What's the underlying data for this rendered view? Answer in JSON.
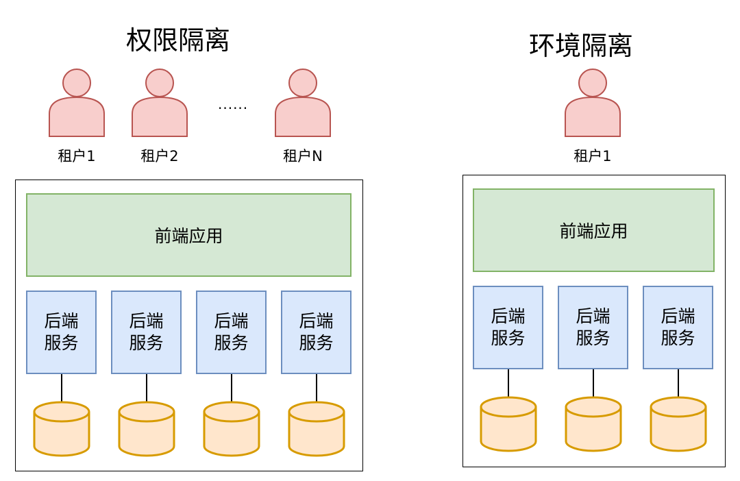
{
  "left": {
    "title": "权限隔离",
    "tenants": [
      {
        "label": "租户1"
      },
      {
        "label": "租户2"
      },
      {
        "label": "租户N"
      }
    ],
    "ellipsis": "......",
    "frontend": "前端应用",
    "backends": [
      "后端\n服务",
      "后端\n服务",
      "后端\n服务",
      "后端\n服务"
    ]
  },
  "right": {
    "title": "环境隔离",
    "tenants": [
      {
        "label": "租户1"
      }
    ],
    "frontend": "前端应用",
    "backends": [
      "后端\n服务",
      "后端\n服务",
      "后端\n服务"
    ]
  },
  "colors": {
    "person_fill": "#f8cecc",
    "person_stroke": "#b85450",
    "frontend_fill": "#d5e8d4",
    "frontend_stroke": "#82b366",
    "backend_fill": "#dae8fc",
    "backend_stroke": "#6c8ebf",
    "db_fill": "#ffe6cc",
    "db_stroke": "#d79b00"
  },
  "icons": {
    "person": "person-icon",
    "database": "database-cylinder-icon"
  }
}
